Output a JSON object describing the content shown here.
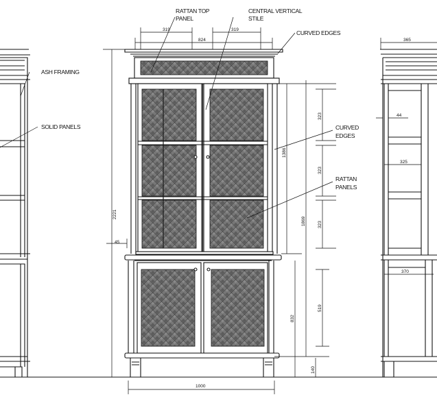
{
  "labels": {
    "rattan_top_panel_1": "RATTAN TOP",
    "rattan_top_panel_2": "PANEL",
    "central_stile_1": "CENTRAL VERTICAL",
    "central_stile_2": "STILE",
    "curved_edges_top": "CURVED EDGES",
    "ash_framing": "ASH FRAMING",
    "solid_panels": "SOLID PANELS",
    "curved_edges_1": "CURVED",
    "curved_edges_2": "EDGES",
    "rattan_panels_1": "RATTAN",
    "rattan_panels_2": "PANELS"
  },
  "dimensions": {
    "top_left_panel": "319",
    "top_right_panel": "319",
    "top_width": "824",
    "side_top_depth": "365",
    "side_stile": "44",
    "side_upper_depth": "325",
    "side_lower_depth": "370",
    "upper_shelf_1": "323",
    "upper_shelf_2": "323",
    "upper_shelf_3": "323",
    "upper_door_height": "1386",
    "body_height": "1869",
    "total_height": "2221",
    "ledge_overhang": "45",
    "lower_height": "832",
    "lower_panel": "519",
    "plinth": "140",
    "overall_width": "1000"
  },
  "colors": {
    "line": "#111111",
    "rattan": "#6e6e6e"
  }
}
